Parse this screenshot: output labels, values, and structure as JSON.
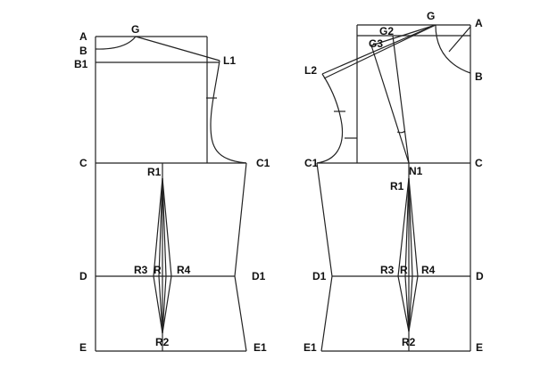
{
  "left_pattern": {
    "labels": {
      "a": "A",
      "b": "B",
      "b1": "B1",
      "g": "G",
      "l1": "L1",
      "c": "C",
      "c1": "C1",
      "r1": "R1",
      "d": "D",
      "d1": "D1",
      "r3": "R3",
      "r": "R",
      "r4": "R4",
      "e": "E",
      "e1": "E1",
      "r2": "R2"
    }
  },
  "right_pattern": {
    "labels": {
      "a": "A",
      "b": "B",
      "g": "G",
      "g2": "G2",
      "g3": "G3",
      "l2": "L2",
      "c": "C",
      "c1": "C1",
      "n1": "N1",
      "r1": "R1",
      "d": "D",
      "d1": "D1",
      "r3": "R3",
      "r": "R",
      "r4": "R4",
      "e": "E",
      "e1": "E1",
      "r2": "R2"
    }
  },
  "colors": {
    "line": "#222222",
    "label": "#111111",
    "background": "#ffffff"
  }
}
